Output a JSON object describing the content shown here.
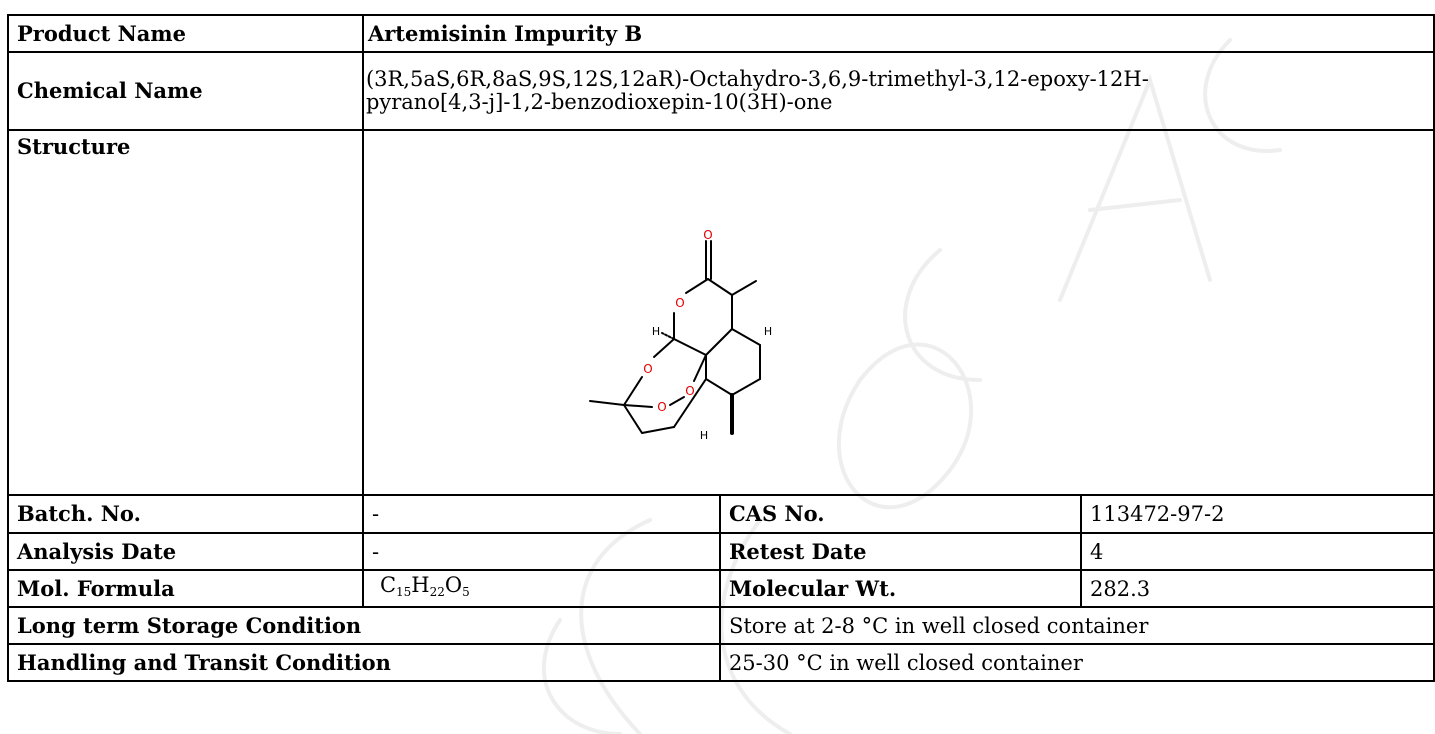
{
  "product": {
    "label": "Product Name",
    "value": "Artemisinin Impurity B"
  },
  "chemical": {
    "label": "Chemical Name",
    "line1": "(3R,5aS,6R,8aS,9S,12S,12aR)-Octahydro-3,6,9-trimethyl-3,12-epoxy-12H-",
    "line2": "pyrano[4,3-j]-1,2-benzodioxepin-10(3H)-one"
  },
  "structure": {
    "label": "Structure",
    "atoms": {
      "o": "O",
      "h": "H"
    }
  },
  "batch": {
    "label": "Batch. No.",
    "value": "-"
  },
  "cas": {
    "label": "CAS No.",
    "value": "113472-97-2"
  },
  "analysis": {
    "label": "Analysis Date",
    "value": "-"
  },
  "retest": {
    "label": "Retest Date",
    "value": "4"
  },
  "formula": {
    "label": "Mol. Formula",
    "c": "C",
    "c_n": "15",
    "h": "H",
    "h_n": "22",
    "o": "O",
    "o_n": "5"
  },
  "mw": {
    "label": "Molecular Wt.",
    "value": "282.3"
  },
  "storage": {
    "label": "Long term Storage Condition",
    "value": "Store at 2-8 °C in well closed container"
  },
  "handling": {
    "label": "Handling and Transit Condition",
    "value": "25-30 °C in well closed container"
  },
  "colors": {
    "oxygen": "#e60000",
    "watermark": "#ececec"
  }
}
